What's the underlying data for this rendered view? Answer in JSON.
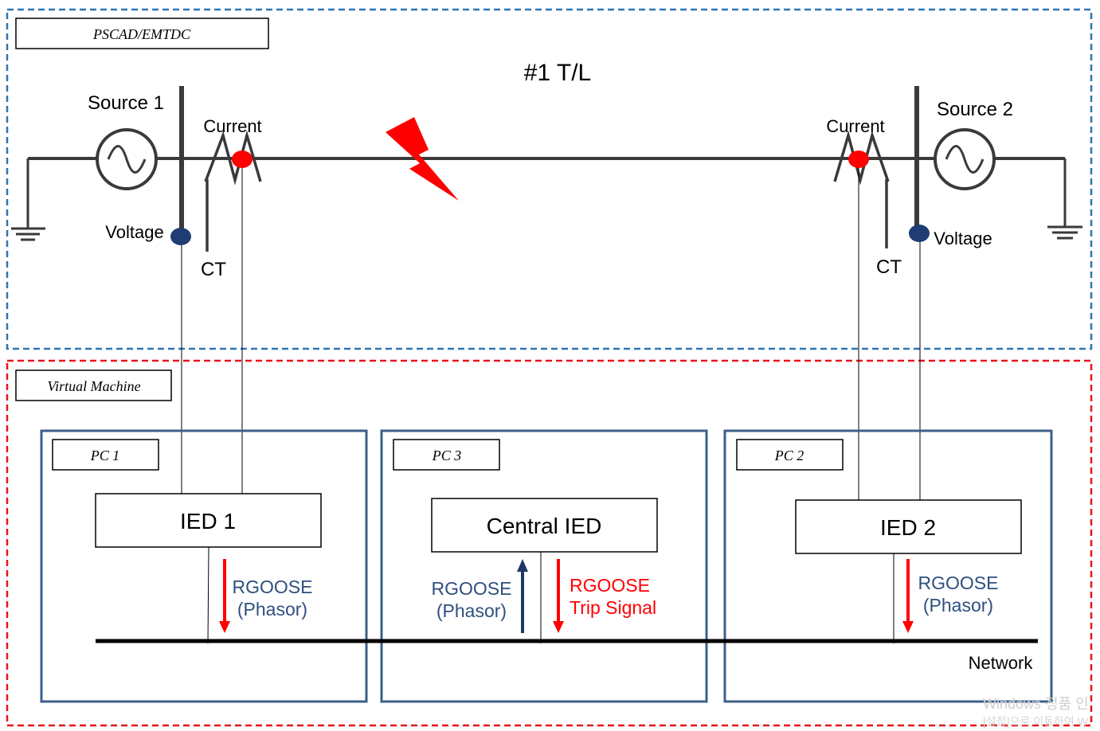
{
  "regions": {
    "pscad_label": "PSCAD/EMTDC",
    "vm_label": "Virtual Machine"
  },
  "line": {
    "title": "#1 T/L"
  },
  "left_side": {
    "source": "Source 1",
    "current": "Current",
    "voltage": "Voltage",
    "ct": "CT"
  },
  "right_side": {
    "source": "Source 2",
    "current": "Current",
    "voltage": "Voltage",
    "ct": "CT"
  },
  "pcs": {
    "pc1": {
      "label": "PC 1",
      "ied": "IED 1",
      "msg1": "RGOOSE",
      "msg2": "(Phasor)"
    },
    "pc3": {
      "label": "PC 3",
      "ied": "Central IED",
      "up_msg1": "RGOOSE",
      "up_msg2": "(Phasor)",
      "down_msg1": "RGOOSE",
      "down_msg2": "Trip Signal"
    },
    "pc2": {
      "label": "PC 2",
      "ied": "IED 2",
      "msg1": "RGOOSE",
      "msg2": "(Phasor)"
    }
  },
  "network": {
    "label": "Network"
  },
  "watermark": {
    "line1": "Windows 정품 인",
    "line2": "[설정]으로 이동하여 W"
  },
  "colors": {
    "pscad_border": "#2e75b6",
    "vm_border": "#e8141b",
    "pc_border": "#3d5f8a",
    "red": "#ff0000",
    "navy": "#1f3864",
    "blue_text": "#2f4f7f"
  }
}
